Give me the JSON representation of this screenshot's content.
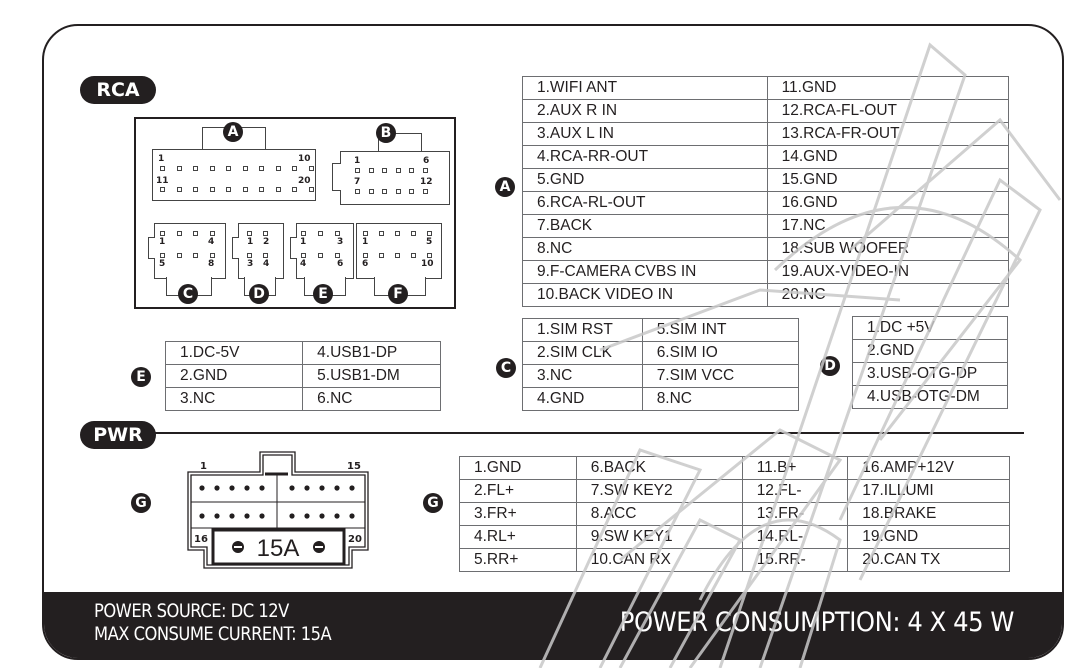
{
  "sections": {
    "rca": {
      "label": "RCA"
    },
    "pwr": {
      "label": "PWR"
    }
  },
  "connector_letters": [
    "A",
    "B",
    "C",
    "D",
    "E",
    "F",
    "G"
  ],
  "rca_diagram": {
    "A": {
      "pin_labels": [
        "1",
        "10",
        "11",
        "20"
      ]
    },
    "B": {
      "pin_labels": [
        "1",
        "6",
        "7",
        "12"
      ]
    },
    "C": {
      "pin_labels": [
        "1",
        "4",
        "5",
        "8"
      ]
    },
    "D": {
      "pin_labels": [
        "1",
        "2",
        "3",
        "4"
      ]
    },
    "E": {
      "pin_labels": [
        "1",
        "3",
        "4",
        "6"
      ]
    },
    "F": {
      "pin_labels": [
        "1",
        "5",
        "6",
        "10"
      ]
    }
  },
  "table_a": {
    "label": "A",
    "rows": [
      [
        "1.WIFI ANT",
        "11.GND"
      ],
      [
        "2.AUX R IN",
        "12.RCA-FL-OUT"
      ],
      [
        "3.AUX L IN",
        "13.RCA-FR-OUT"
      ],
      [
        "4.RCA-RR-OUT",
        "14.GND"
      ],
      [
        "5.GND",
        "15.GND"
      ],
      [
        "6.RCA-RL-OUT",
        "16.GND"
      ],
      [
        "7.BACK",
        "17.NC"
      ],
      [
        "8.NC",
        "18.SUB WOOFER"
      ],
      [
        "9.F-CAMERA CVBS IN",
        "19.AUX-VIDEO-IN"
      ],
      [
        "10.BACK VIDEO IN",
        "20.NC"
      ]
    ]
  },
  "table_e": {
    "label": "E",
    "rows": [
      [
        "1.DC-5V",
        "4.USB1-DP"
      ],
      [
        "2.GND",
        "5.USB1-DM"
      ],
      [
        "3.NC",
        "6.NC"
      ]
    ]
  },
  "table_c": {
    "label": "C",
    "rows": [
      [
        "1.SIM RST",
        "5.SIM INT"
      ],
      [
        "2.SIM CLK",
        "6.SIM IO"
      ],
      [
        "3.NC",
        "7.SIM VCC"
      ],
      [
        "4.GND",
        "8.NC"
      ]
    ]
  },
  "table_d": {
    "label": "D",
    "rows": [
      [
        "1.DC +5V"
      ],
      [
        "2.GND"
      ],
      [
        "3.USB-OTG-DP"
      ],
      [
        "4.USB-OTG-DM"
      ]
    ]
  },
  "pwr_connector": {
    "label": "G",
    "pin_labels": [
      "1",
      "15",
      "16",
      "20"
    ],
    "fuse_label": "15A"
  },
  "table_g": {
    "label": "G",
    "rows": [
      [
        "1.GND",
        "6.BACK",
        "11.B+",
        "16.AMP+12V"
      ],
      [
        "2.FL+",
        "7.SW KEY2",
        "12.FL-",
        "17.ILLUMI"
      ],
      [
        "3.FR+",
        "8.ACC",
        "13.FR-",
        "18.BRAKE"
      ],
      [
        "4.RL+",
        "9.SW KEY1",
        "14.RL-",
        "19.GND"
      ],
      [
        "5.RR+",
        "10.CAN RX",
        "15.RR-",
        "20.CAN TX"
      ]
    ]
  },
  "footer": {
    "power_source": "POWER SOURCE: DC 12V",
    "max_current": "MAX CONSUME CURRENT: 15A",
    "power_consumption": "POWER CONSUMPTION:  4 X 45 W"
  },
  "colors": {
    "ink": "#231f20",
    "table_border": "#6d6e71",
    "watermark": "#c8c8c8"
  }
}
